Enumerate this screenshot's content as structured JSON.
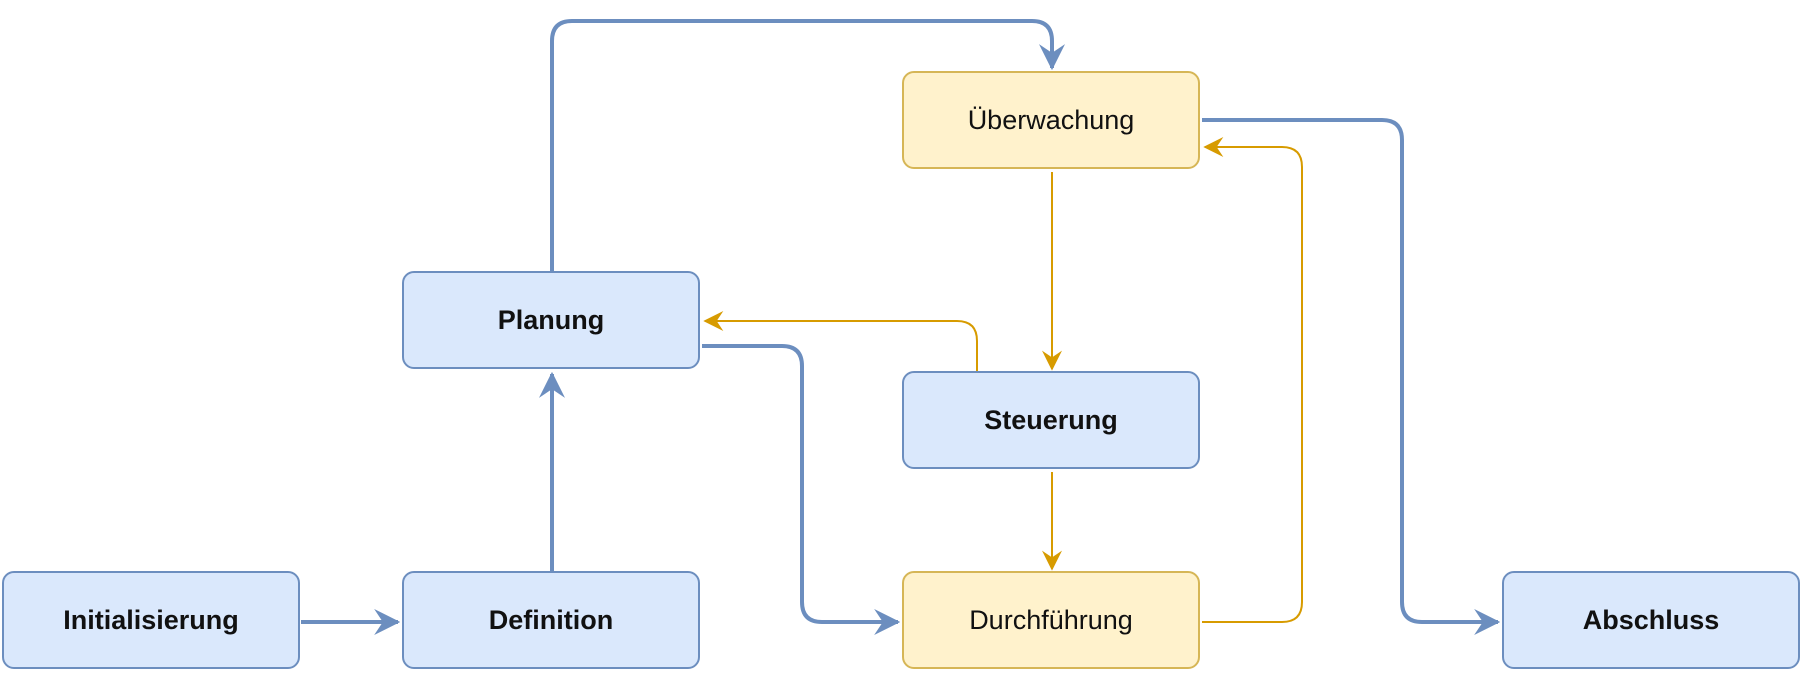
{
  "colors": {
    "process_fill": "#dae8fc",
    "process_stroke": "#6c8ebf",
    "cycle_fill": "#fff2cc",
    "cycle_stroke": "#d6b656",
    "cycle_arrow": "#d79b00"
  },
  "nodes": {
    "initialisierung": "Initialisierung",
    "definition": "Definition",
    "planung": "Planung",
    "ueberwachung": "Überwachung",
    "steuerung": "Steuerung",
    "durchfuehrung": "Durchführung",
    "abschluss": "Abschluss"
  }
}
